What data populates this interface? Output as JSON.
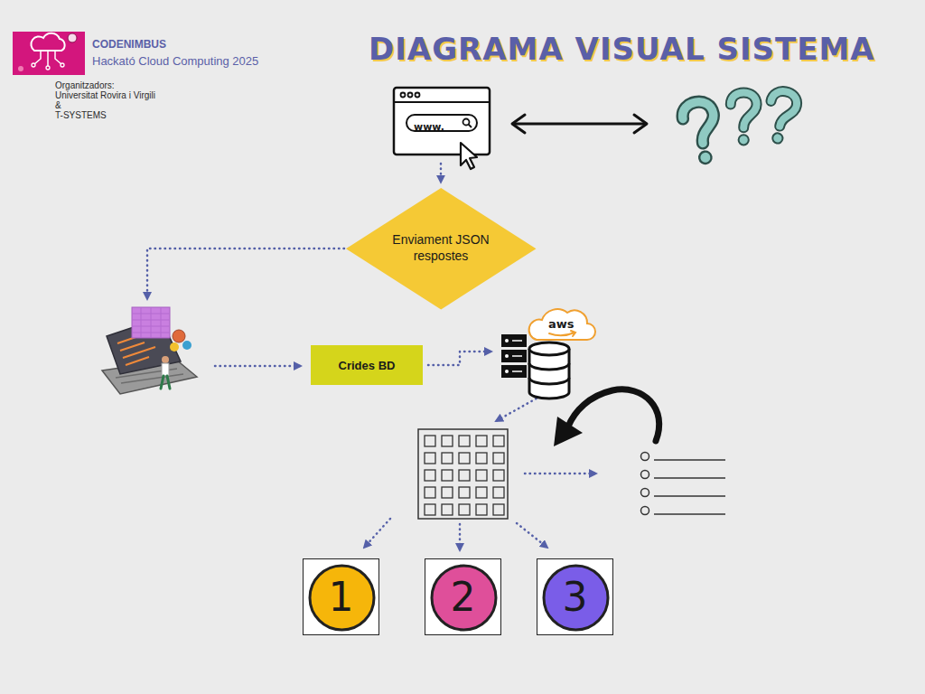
{
  "diagram": {
    "title": "DIAGRAMA VISUAL SISTEMA",
    "nodes": [
      {
        "text": [
          "www."
        ]
      },
      {
        "text": [
          "Enviament JSON respostes"
        ]
      },
      {
        "text": [
          "Crides BD"
        ]
      },
      {
        "text": [
          "aws"
        ]
      },
      {
        "text": [
          "1"
        ]
      },
      {
        "text": [
          "2"
        ]
      },
      {
        "text": [
          "3"
        ]
      }
    ],
    "edges": [
      {
        "from": 0,
        "to": 1,
        "arrow": "to"
      },
      {
        "from": 2,
        "to": 3,
        "arrow": "to"
      }
    ],
    "labels": [
      "CODENIMBUS",
      "Hackató Cloud Computing 2025",
      "Organitzadors:",
      "Universitat Rovira i Virgili",
      "&",
      "T-SYSTEMS"
    ]
  }
}
